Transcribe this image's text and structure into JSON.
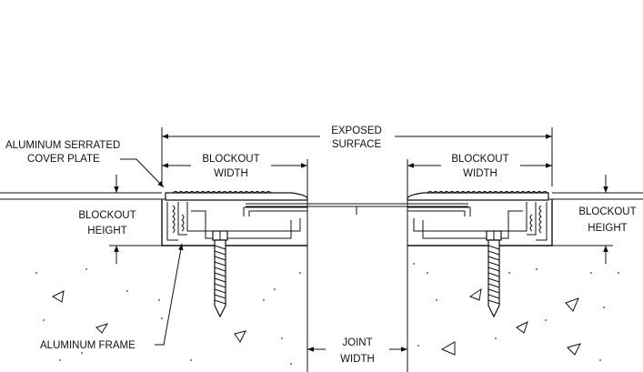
{
  "labels": {
    "exposed_surface_line1": "EXPOSED",
    "exposed_surface_line2": "SURFACE",
    "cover_plate_line1": "ALUMINUM SERRATED",
    "cover_plate_line2": "COVER PLATE",
    "blockout_width_left_line1": "BLOCKOUT",
    "blockout_width_left_line2": "WIDTH",
    "blockout_width_right_line1": "BLOCKOUT",
    "blockout_width_right_line2": "WIDTH",
    "blockout_height_left_line1": "BLOCKOUT",
    "blockout_height_left_line2": "HEIGHT",
    "blockout_height_right_line1": "BLOCKOUT",
    "blockout_height_right_line2": "HEIGHT",
    "aluminum_frame": "ALUMINUM FRAME",
    "joint_width_line1": "JOINT",
    "joint_width_line2": "WIDTH"
  },
  "colors": {
    "line": "#111111",
    "background": "#ffffff"
  }
}
